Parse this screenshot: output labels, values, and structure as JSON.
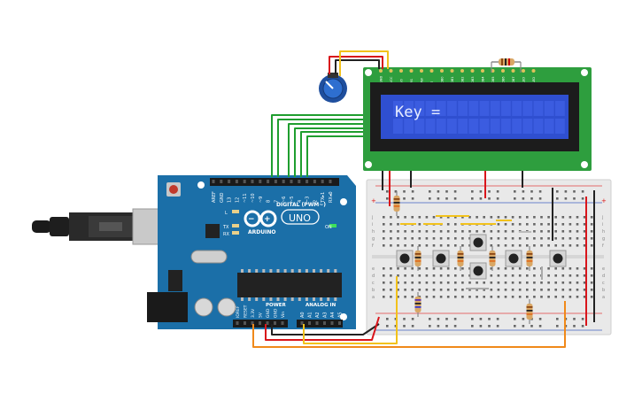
{
  "lcd": {
    "display_text": "Key =",
    "pins": [
      "GND",
      "VCC",
      "V0",
      "RS",
      "RW",
      "E",
      "DB0",
      "DB1",
      "DB2",
      "DB3",
      "DB4",
      "DB5",
      "DB6",
      "DB7",
      "LED",
      "LED"
    ],
    "backlight_color": "#2f4fd0",
    "text_color": "#e8eeff"
  },
  "arduino": {
    "logo_text": "ARDUINO",
    "model": "UNO",
    "digital_header_label": "DIGITAL (PWM~)",
    "digital_pins": [
      "AREF",
      "GND",
      "13",
      "12",
      "~11",
      "~10",
      "~9",
      "8",
      "7",
      "~6",
      "~5",
      "4",
      "~3",
      "2",
      "TX▸1",
      "RX◂0"
    ],
    "power_label": "POWER",
    "analog_label": "ANALOG IN",
    "power_pins": [
      "IOREF",
      "RESET",
      "3.3V",
      "5V",
      "GND",
      "GND",
      "Vin"
    ],
    "analog_pins": [
      "A0",
      "A1",
      "A2",
      "A3",
      "A4",
      "A5"
    ],
    "led_l": "L",
    "led_tx": "TX",
    "led_rx": "RX",
    "led_on": "ON"
  },
  "breadboard": {
    "top_row_letters": [
      "j",
      "i",
      "h",
      "g",
      "f"
    ],
    "bottom_row_letters": [
      "e",
      "d",
      "c",
      "b",
      "a"
    ],
    "plus": "+",
    "minus": "−"
  },
  "colors": {
    "wire_green": "#1f9e2f",
    "wire_red": "#d9151b",
    "wire_black": "#222222",
    "wire_yellow": "#f2c21b",
    "wire_orange": "#f0891a",
    "board_blue": "#1b6fa8",
    "pcb_green": "#2e9e3e"
  }
}
